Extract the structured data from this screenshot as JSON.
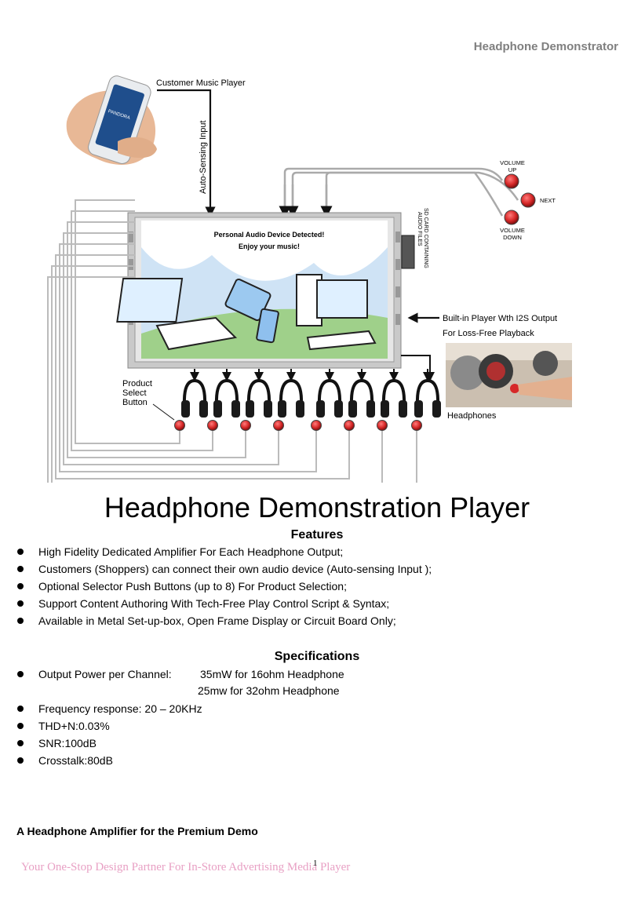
{
  "header": {
    "title": "Headphone Demonstrator"
  },
  "diagram": {
    "customer_player": "Customer Music Player",
    "auto_sensing": "Auto-Sensing Input",
    "phone_app": "PANDORA",
    "screen_line1": "Personal Audio Device Detected!",
    "screen_line2": "Enjoy your music!",
    "volume_up": [
      "VOLUME",
      "UP"
    ],
    "next": "NEXT",
    "volume_down": [
      "VOLUME",
      "DOWN"
    ],
    "sd_card": [
      "SD CARD CONTAINING",
      "AUDIO FILES"
    ],
    "builtin_player": "Built-in Player Wth I2S Output",
    "lossfree": "For Loss-Free Playback",
    "product_select": [
      "Product",
      "Select",
      "Button"
    ],
    "headphones_label": "Headphones",
    "headphone_count": 8
  },
  "main_title": "Headphone Demonstration Player",
  "features": {
    "title": "Features",
    "items": [
      "High Fidelity Dedicated Amplifier For Each Headphone Output;",
      "Customers (Shoppers) can connect their own audio device (Auto-sensing Input );",
      "Optional Selector Push Buttons (up to 8) For Product Selection;",
      "Support Content Authoring With Tech-Free Play Control Script & Syntax;",
      "Available in Metal Set-up-box, Open Frame Display or Circuit Board Only;"
    ]
  },
  "specs": {
    "title": "Specifications",
    "power_label": "Output Power per Channel:",
    "power_val1": "35mW for 16ohm Headphone",
    "power_val2": "25mw for 32ohm Headphone",
    "items": [
      "Frequency response: 20 – 20KHz",
      "THD+N:0.03%",
      "SNR:100dB",
      "Crosstalk:80dB"
    ]
  },
  "tagline": "A Headphone Amplifier for the Premium Demo",
  "footer": {
    "text": "Your One-Stop Design Partner For In-Store Advertising Media Player",
    "page": "1"
  },
  "colors": {
    "header_gray": "#7f7f7f",
    "footer_pink": "#e8a0c4",
    "button_red": "#d62828",
    "screen_sky": "#cfe3f5",
    "screen_grass": "#9fd08a"
  }
}
